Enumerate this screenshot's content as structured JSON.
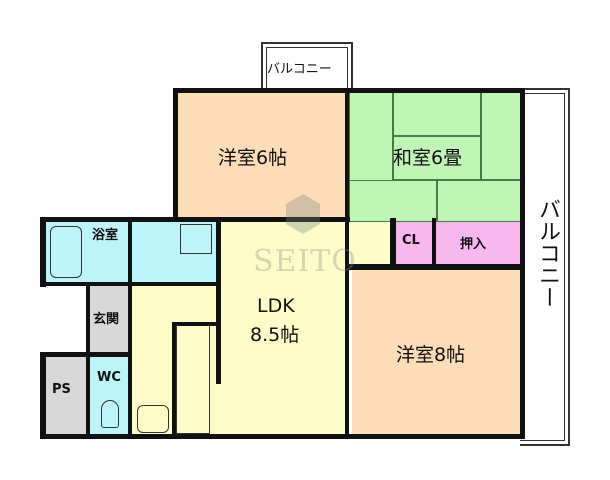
{
  "floorplan": {
    "rooms": {
      "western_6": {
        "label": "洋室6帖",
        "color": "#fddcb8"
      },
      "japanese_6": {
        "label": "和室6畳",
        "color": "#bff5b5"
      },
      "ldk": {
        "label_line1": "LDK",
        "label_line2": "8.5帖",
        "color": "#fefcc8"
      },
      "western_8": {
        "label": "洋室8帖",
        "color": "#fddcb8"
      },
      "closet": {
        "label": "CL",
        "color": "#f7b8ee"
      },
      "oshiire": {
        "label": "押入",
        "color": "#f7b8ee"
      },
      "bathroom": {
        "label": "浴室",
        "color": "#bdf4fa"
      },
      "entrance": {
        "label": "玄関",
        "color": "#d8d8d8"
      },
      "wc": {
        "label": "WC",
        "color": "#bdf4fa"
      },
      "ps": {
        "label": "PS",
        "color": "#d8d8d8"
      }
    },
    "balcony_top": {
      "label": "バルコニー"
    },
    "balcony_right": {
      "label": "バルコニー"
    },
    "watermark": {
      "text": "SEITO"
    }
  }
}
